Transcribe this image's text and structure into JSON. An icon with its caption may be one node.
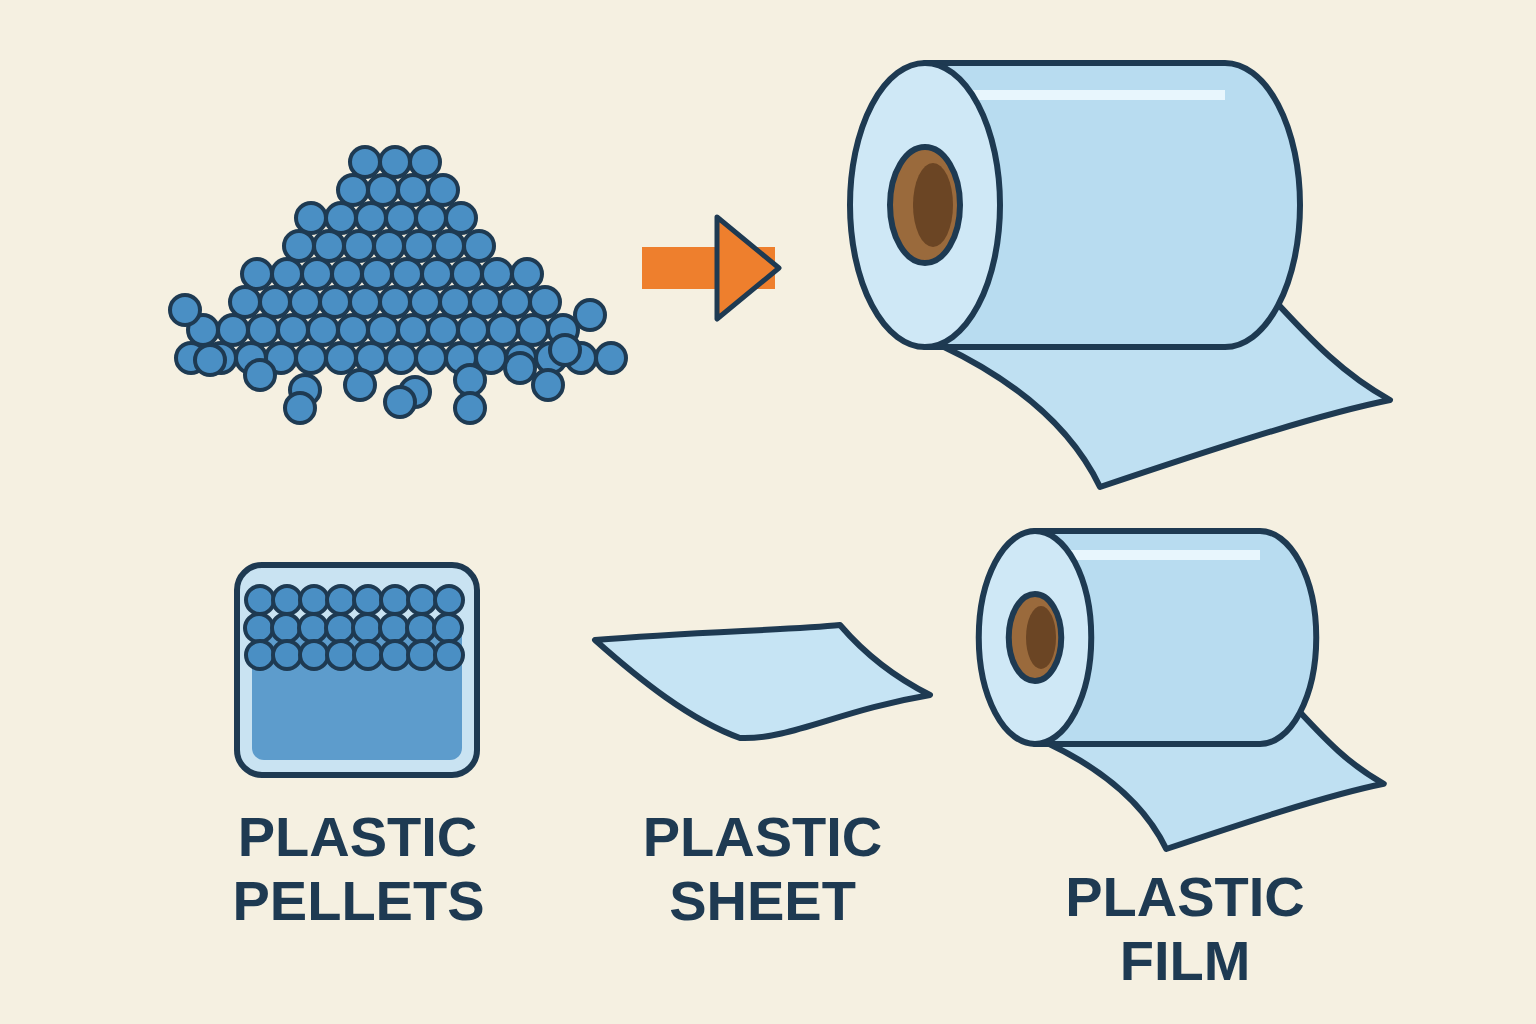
{
  "diagram": {
    "nodes": [
      {
        "text": [],
        "shape": "picture"
      },
      {
        "text": [],
        "shape": "picture"
      },
      {
        "text": [
          "PLASTIC PELLETS"
        ]
      },
      {
        "text": [
          "PLASTIC SHEET"
        ]
      },
      {
        "text": [
          "PLASTIC FILM"
        ]
      }
    ],
    "edges": [
      {
        "from": 0,
        "to": 1,
        "arrow": "to"
      }
    ]
  }
}
